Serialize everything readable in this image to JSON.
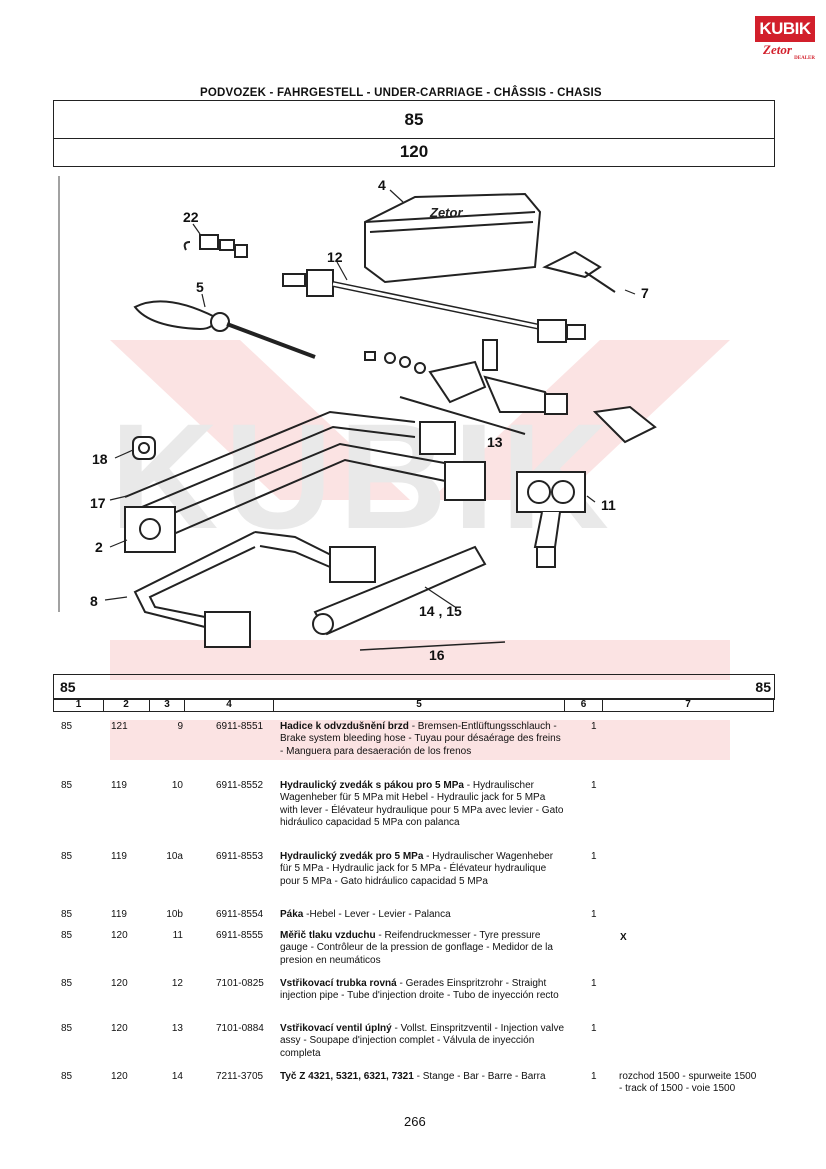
{
  "logo": {
    "brand": "KUBIK",
    "sub": "Zetor",
    "tag": "DEALER"
  },
  "header": {
    "title": "PODVOZEK - FAHRGESTELL - UNDER-CARRIAGE - CHÂSSIS - CHASIS"
  },
  "models": {
    "top": "85",
    "bottom": "120"
  },
  "diagram": {
    "labels": [
      "4",
      "22",
      "12",
      "7",
      "5",
      "13",
      "18",
      "11",
      "17",
      "2",
      "8",
      "14 , 15",
      "16"
    ]
  },
  "table": {
    "group_left": "85",
    "group_right": "85",
    "columns": [
      "1",
      "2",
      "3",
      "4",
      "5",
      "6",
      "7"
    ],
    "rows": [
      {
        "c1": "85",
        "c2": "121",
        "c3": "9",
        "c4": "6911-8551",
        "bold": "Hadice k odvzdušnění brzd",
        "rest": " - Bremsen-Entlüftungsschlauch - Brake system bleeding hose - Tuyau pour désaérage des freins - Manguera para desaeración de los frenos",
        "c6": "1",
        "c7": ""
      },
      {
        "c1": "85",
        "c2": "119",
        "c3": "10",
        "c4": "6911-8552",
        "bold": "Hydraulický zvedák s pákou pro 5 MPa",
        "rest": " - Hydraulischer Wagenheber für 5 MPa mit Hebel - Hydraulic jack for 5 MPa with lever - Élévateur hydraulique pour 5 MPa avec levier - Gato hidráulico capacidad 5 MPa con palanca",
        "c6": "1",
        "c7": ""
      },
      {
        "c1": "85",
        "c2": "119",
        "c3": "10a",
        "c4": "6911-8553",
        "bold": "Hydraulický zvedák pro 5 MPa",
        "rest": " - Hydraulischer Wagenheber für 5 MPa - Hydraulic jack for 5 MPa - Élévateur hydraulique pour 5 MPa - Gato hidráulico capacidad 5 MPa",
        "c6": "1",
        "c7": ""
      },
      {
        "c1": "85",
        "c2": "119",
        "c3": "10b",
        "c4": "6911-8554",
        "bold": "Páka",
        "rest": " -Hebel - Lever - Levier - Palanca",
        "c6": "1",
        "c7": ""
      },
      {
        "c1": "85",
        "c2": "120",
        "c3": "11",
        "c4": "6911-8555",
        "bold": "Měřič tlaku vzduchu",
        "rest": " - Reifendruckmesser - Tyre pressure gauge - Contrôleur de la pression de gonflage - Medidor de la presion en neumáticos",
        "c6": "",
        "c7": "X"
      },
      {
        "c1": "85",
        "c2": "120",
        "c3": "12",
        "c4": "7101-0825",
        "bold": "Vstřikovací trubka rovná",
        "rest": " - Gerades Einspritzrohr - Straight injection pipe - Tube d'injection droite - Tubo de inyección recto",
        "c6": "1",
        "c7": ""
      },
      {
        "c1": "85",
        "c2": "120",
        "c3": "13",
        "c4": "7101-0884",
        "bold": "Vstřikovací ventil úplný",
        "rest": " - Vollst. Einspritzventil - Injection valve assy - Soupape d'injection complet - Válvula de inyección completa",
        "c6": "1",
        "c7": ""
      },
      {
        "c1": "85",
        "c2": "120",
        "c3": "14",
        "c4": "7211-3705",
        "bold": "Tyč Z 4321, 5321, 6321, 7321",
        "rest": " - Stange - Bar - Barre - Barra",
        "c6": "1",
        "c7": "rozchod 1500 - spurweite 1500 - track of 1500 - voie 1500"
      }
    ]
  },
  "footer": {
    "page": "266"
  }
}
